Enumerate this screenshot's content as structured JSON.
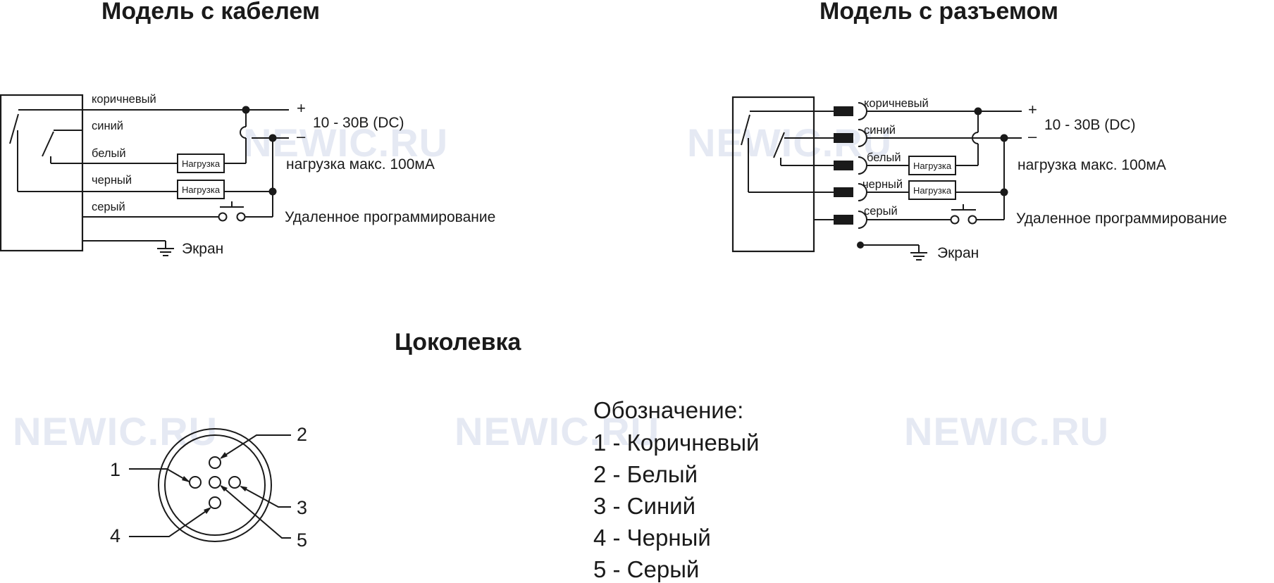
{
  "titles": {
    "cable_model": "Модель с кабелем",
    "connector_model": "Модель с разъемом",
    "pinout": "Цоколевка"
  },
  "watermark": "NEWIC.RU",
  "wires": {
    "brown": "коричневый",
    "blue": "синий",
    "white": "белый",
    "black": "черный",
    "gray": "серый"
  },
  "load_label": "Нагрузка",
  "power": {
    "plus": "+",
    "minus": "–",
    "voltage": "10 - 30В (DC)",
    "max_load": "нагрузка макс. 100мА"
  },
  "remote_programming": "Удаленное программирование",
  "shield": "Экран",
  "legend": {
    "title": "Обозначение:",
    "items": [
      "1 - Коричневый",
      "2 - Белый",
      "3 - Синий",
      "4 - Черный",
      "5 - Серый"
    ]
  },
  "pins": [
    "1",
    "2",
    "3",
    "4",
    "5"
  ]
}
